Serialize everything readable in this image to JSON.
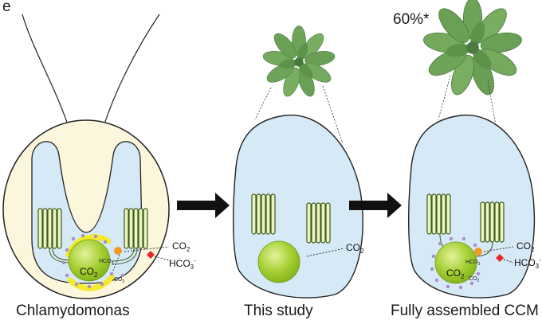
{
  "panel_label": "e",
  "percent_label": "60%*",
  "captions": {
    "left": "Chlamydomonas",
    "middle": "This study",
    "right": "Fully assembled CCM"
  },
  "labels": {
    "co2": "CO",
    "co2_sub": "2",
    "hco3": "HCO",
    "hco3_sub": "3",
    "hco3_sup": "-",
    "pyrenoid_co2": "CO",
    "pyrenoid_co2_sub": "2",
    "hco_small": "HCO",
    "hco_small_sub": "3"
  },
  "colors": {
    "cell_outer": "#fbf6dc",
    "chloroplast": "#d6e9f6",
    "pyrenoid_green": "#9ccc2a",
    "yellow_sheath": "#f2ea2a",
    "thylakoid": "#eaf5c2",
    "orange_transporter": "#f39a25",
    "red_transporter": "#e8262a",
    "dots": "#a890c4",
    "arrow": "#111111",
    "plant_leaf": "#6ea35a"
  },
  "icons": [
    "plant-rosette-icon",
    "right-arrow-icon"
  ]
}
